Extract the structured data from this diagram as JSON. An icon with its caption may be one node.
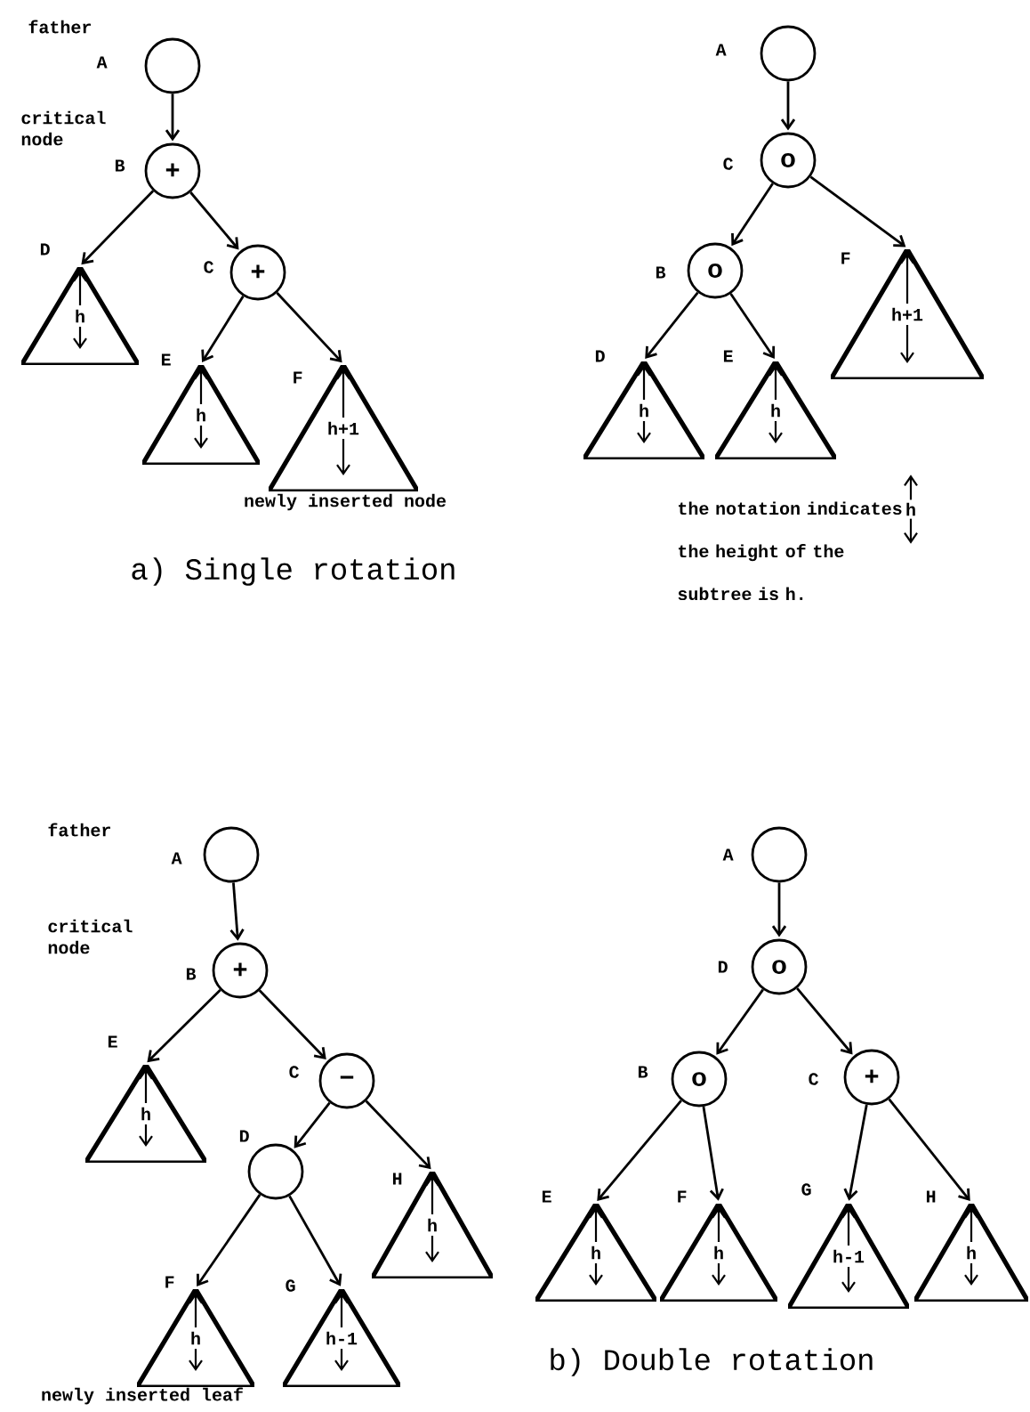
{
  "diagram": {
    "nodes": [
      {
        "text": [],
        "shape": "circle",
        "beside": [
          "father",
          "A"
        ]
      },
      {
        "text": [
          "+"
        ],
        "beside": [
          "critical node",
          "B"
        ]
      },
      {
        "text": [
          "h"
        ],
        "beside": [
          "D"
        ]
      },
      {
        "text": [
          "+"
        ],
        "beside": [
          "C"
        ]
      },
      {
        "text": [
          "h"
        ],
        "beside": [
          "E"
        ]
      },
      {
        "text": [
          "h+1"
        ],
        "beside": [
          "F",
          "newly inserted node"
        ]
      },
      {
        "text": [],
        "shape": "circle",
        "beside": [
          "A"
        ]
      },
      {
        "text": [
          "o"
        ],
        "beside": [
          "C"
        ]
      },
      {
        "text": [
          "o"
        ],
        "beside": [
          "B"
        ]
      },
      {
        "text": [
          "h"
        ],
        "beside": [
          "D"
        ]
      },
      {
        "text": [
          "h"
        ],
        "beside": [
          "E"
        ]
      },
      {
        "text": [
          "h+1"
        ],
        "beside": [
          "F"
        ]
      },
      {
        "text": [],
        "shape": "circle",
        "beside": [
          "father",
          "A"
        ]
      },
      {
        "text": [
          "+"
        ],
        "beside": [
          "critical node",
          "B"
        ]
      },
      {
        "text": [
          "h"
        ],
        "beside": [
          "E"
        ]
      },
      {
        "text": [
          "−"
        ],
        "beside": [
          "C"
        ]
      },
      {
        "text": [],
        "shape": "circle",
        "beside": [
          "D"
        ]
      },
      {
        "text": [
          "h"
        ],
        "beside": [
          "H"
        ]
      },
      {
        "text": [
          "h"
        ],
        "beside": [
          "F",
          "newly inserted leaf"
        ]
      },
      {
        "text": [
          "h-1"
        ],
        "beside": [
          "G"
        ]
      },
      {
        "text": [],
        "shape": "circle",
        "beside": [
          "A"
        ]
      },
      {
        "text": [
          "o"
        ],
        "beside": [
          "D"
        ]
      },
      {
        "text": [
          "o"
        ],
        "beside": [
          "B"
        ]
      },
      {
        "text": [
          "+"
        ],
        "beside": [
          "C"
        ]
      },
      {
        "text": [
          "h"
        ],
        "beside": [
          "E"
        ]
      },
      {
        "text": [
          "h"
        ],
        "beside": [
          "F"
        ]
      },
      {
        "text": [
          "h-1"
        ],
        "beside": [
          "G"
        ]
      },
      {
        "text": [
          "h"
        ],
        "beside": [
          "H"
        ]
      }
    ],
    "edges": [
      {
        "from": 0,
        "to": 1,
        "arrow": "to"
      },
      {
        "from": 1,
        "to": 2,
        "arrow": "to"
      },
      {
        "from": 1,
        "to": 3,
        "arrow": "to"
      },
      {
        "from": 3,
        "to": 4,
        "arrow": "to"
      },
      {
        "from": 3,
        "to": 5,
        "arrow": "to"
      },
      {
        "from": 6,
        "to": 7,
        "arrow": "to"
      },
      {
        "from": 7,
        "to": 8,
        "arrow": "to"
      },
      {
        "from": 7,
        "to": 11,
        "arrow": "to"
      },
      {
        "from": 8,
        "to": 9,
        "arrow": "to"
      },
      {
        "from": 8,
        "to": 10,
        "arrow": "to"
      },
      {
        "from": 12,
        "to": 13,
        "arrow": "to"
      },
      {
        "from": 13,
        "to": 14,
        "arrow": "to"
      },
      {
        "from": 13,
        "to": 15,
        "arrow": "to"
      },
      {
        "from": 15,
        "to": 16,
        "arrow": "to"
      },
      {
        "from": 15,
        "to": 17,
        "arrow": "to"
      },
      {
        "from": 16,
        "to": 18,
        "arrow": "to"
      },
      {
        "from": 16,
        "to": 19,
        "arrow": "to"
      },
      {
        "from": 20,
        "to": 21,
        "arrow": "to"
      },
      {
        "from": 21,
        "to": 22,
        "arrow": "to"
      },
      {
        "from": 21,
        "to": 23,
        "arrow": "to"
      },
      {
        "from": 22,
        "to": 24,
        "arrow": "to"
      },
      {
        "from": 22,
        "to": 25,
        "arrow": "to"
      },
      {
        "from": 23,
        "to": 26,
        "arrow": "to"
      },
      {
        "from": 23,
        "to": 27,
        "arrow": "to"
      }
    ],
    "labels": [
      "h",
      "the notation indicates the height of the subtree is h.",
      "a) Single rotation",
      "b) Double rotation"
    ]
  }
}
